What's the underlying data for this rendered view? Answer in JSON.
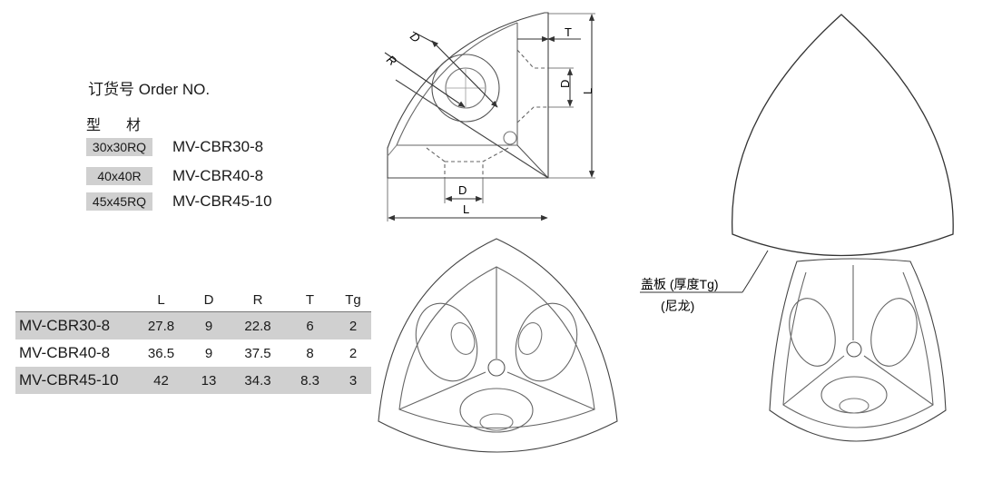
{
  "order": {
    "title": "订货号 Order NO.",
    "material_label": "型材",
    "rows": [
      {
        "profile": "30x30RQ",
        "code": "MV-CBR30-8"
      },
      {
        "profile": "40x40R",
        "code": "MV-CBR40-8"
      },
      {
        "profile": "45x45RQ",
        "code": "MV-CBR45-10"
      }
    ]
  },
  "spec_table": {
    "headers": [
      "",
      "L",
      "D",
      "R",
      "T",
      "Tg"
    ],
    "rows": [
      {
        "model": "MV-CBR30-8",
        "L": "27.8",
        "D": "9",
        "R": "22.8",
        "T": "6",
        "Tg": "2"
      },
      {
        "model": "MV-CBR40-8",
        "L": "36.5",
        "D": "9",
        "R": "37.5",
        "T": "8",
        "Tg": "2"
      },
      {
        "model": "MV-CBR45-10",
        "L": "42",
        "D": "13",
        "R": "34.3",
        "T": "8.3",
        "Tg": "3"
      }
    ]
  },
  "drawing": {
    "dim_D": "D",
    "dim_R": "R",
    "dim_T": "T",
    "dim_L": "L",
    "callout_line1": "盖板 (厚度Tg)",
    "callout_line2": "(尼龙)"
  }
}
